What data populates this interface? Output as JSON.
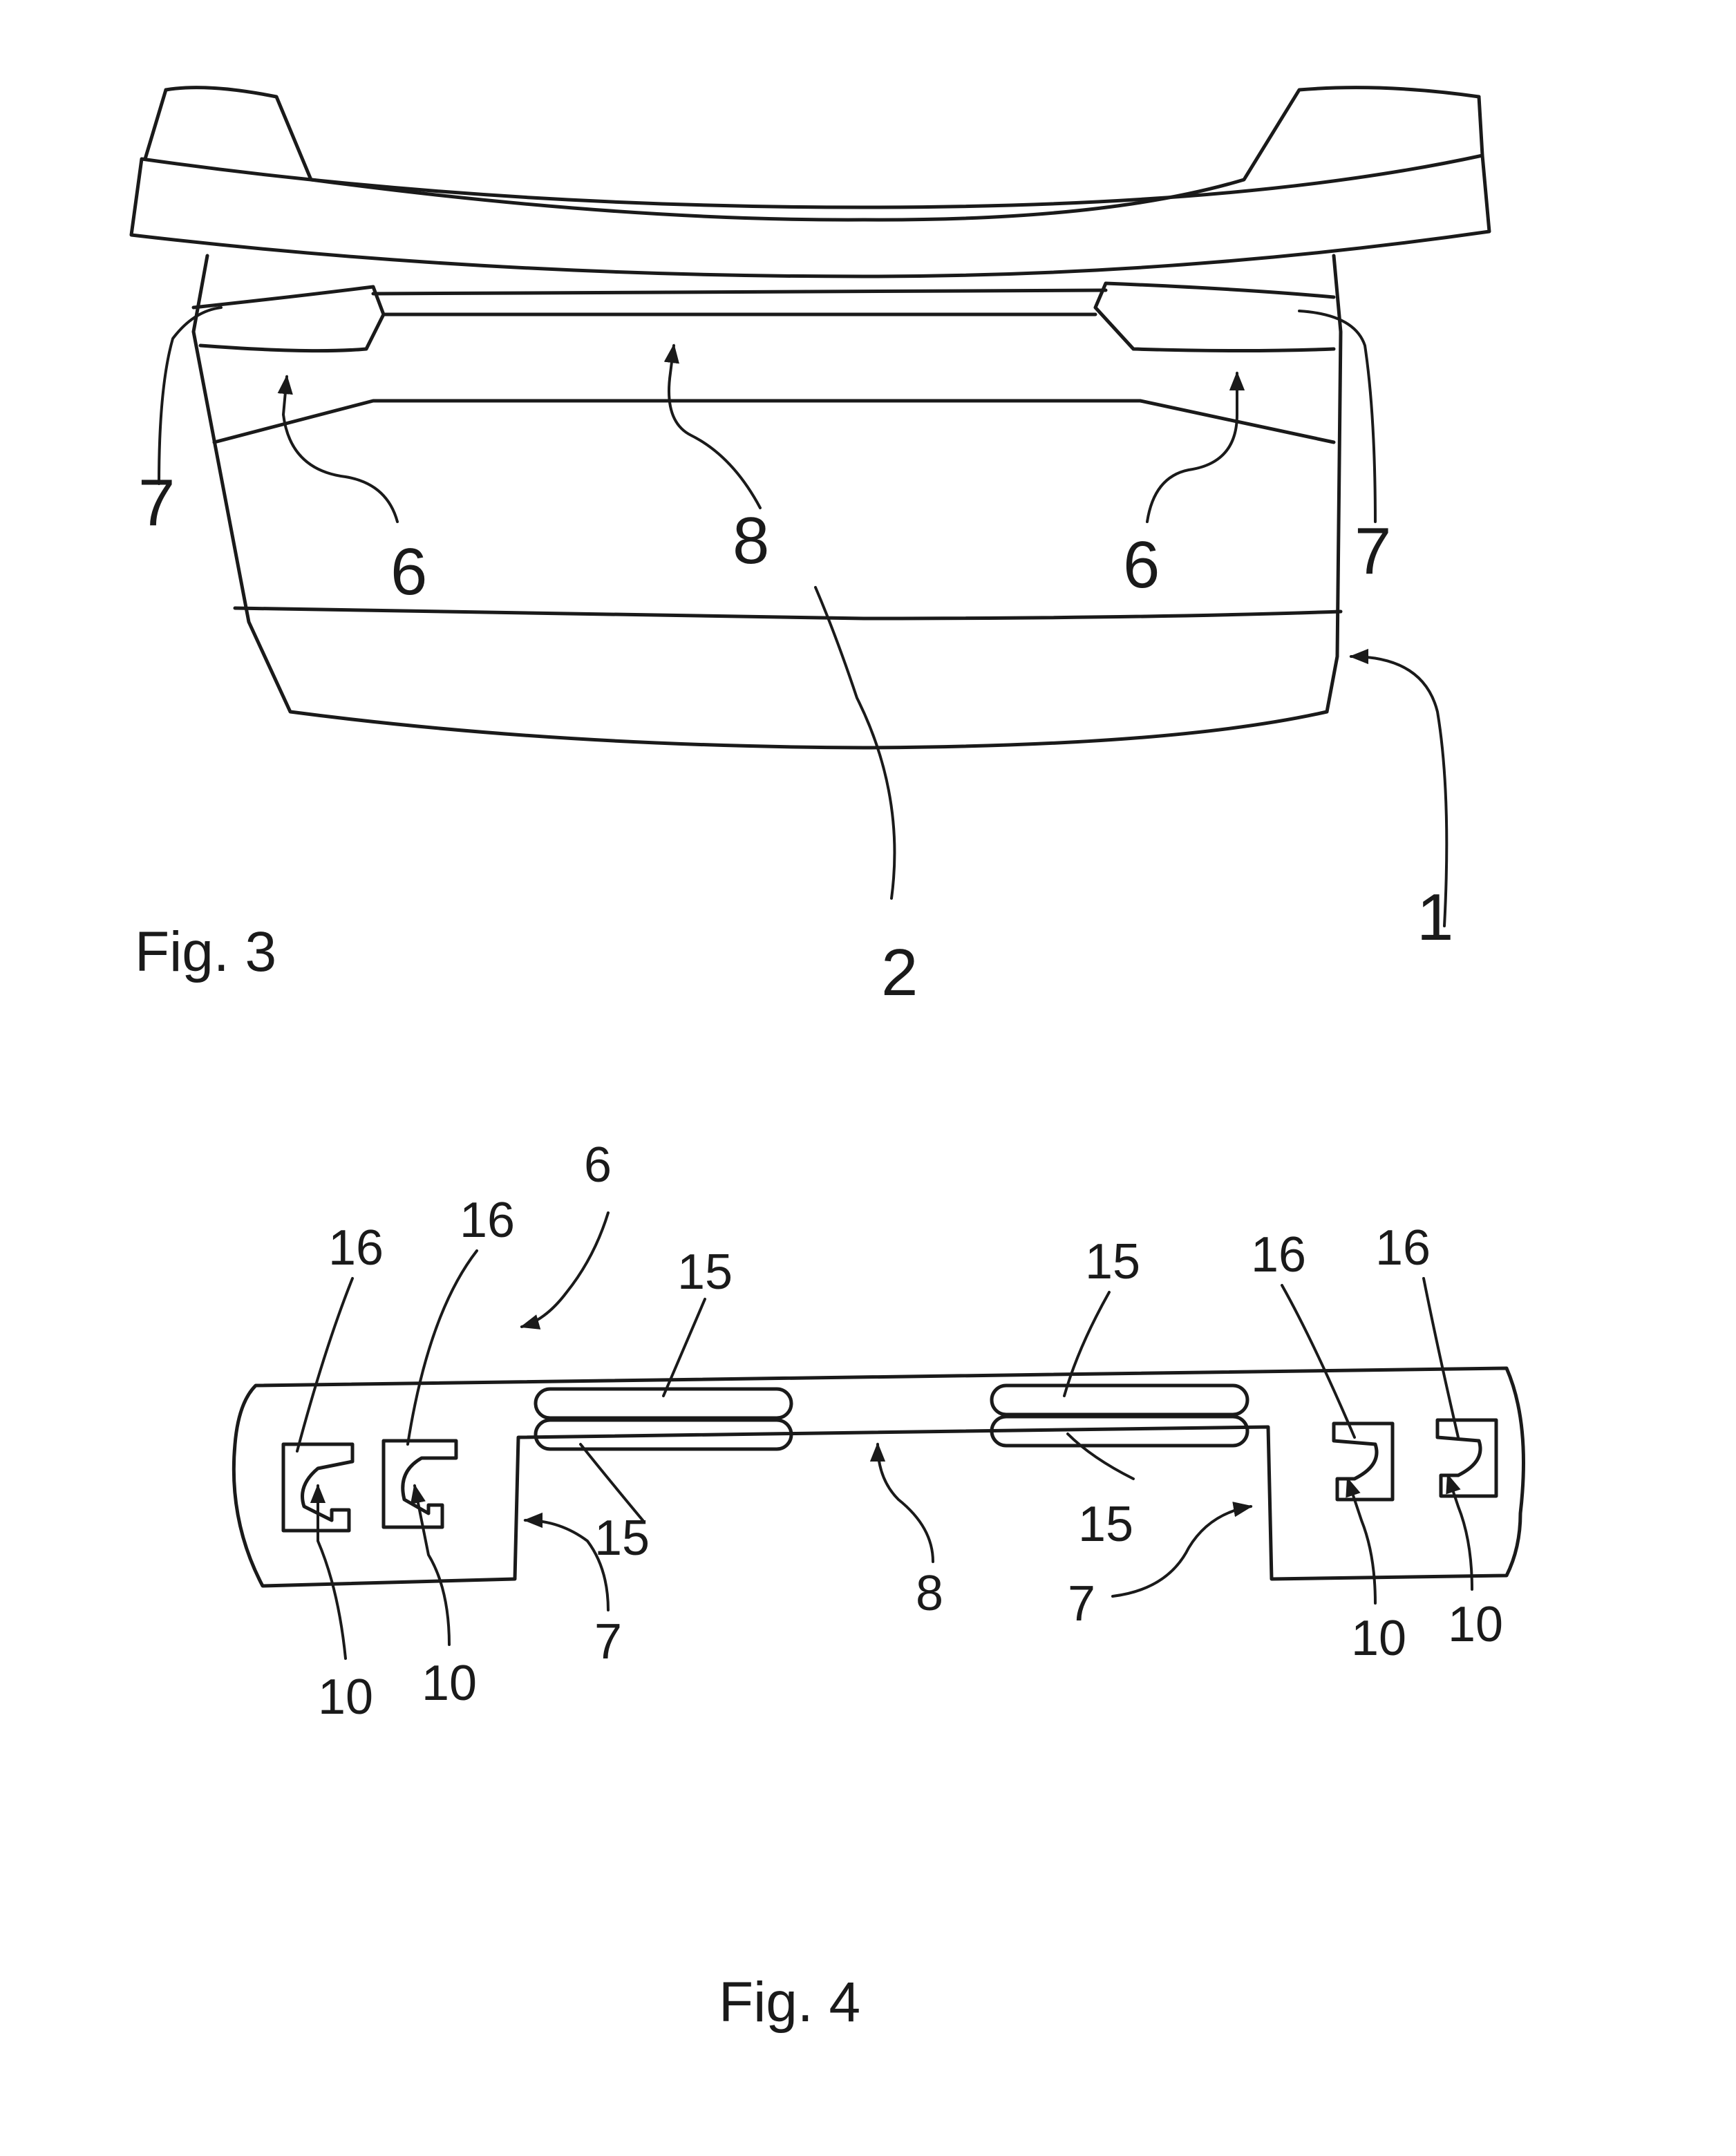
{
  "figures": [
    {
      "caption": "Fig. 3",
      "refs": {
        "r1": "1",
        "r2": "2",
        "r6": "6",
        "r7": "7",
        "r8": "8"
      }
    },
    {
      "caption": "Fig. 4",
      "refs": {
        "r6": "6",
        "r7": "7",
        "r8": "8",
        "r10": "10",
        "r15": "15",
        "r16": "16"
      }
    }
  ]
}
